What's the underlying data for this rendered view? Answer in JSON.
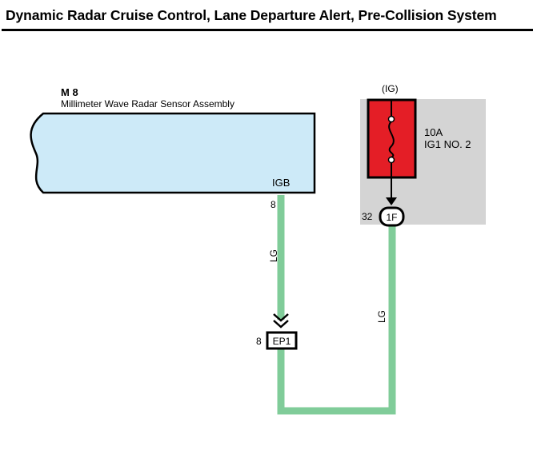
{
  "header": {
    "title": "Dynamic Radar Cruise Control, Lane Departure Alert, Pre-Collision System"
  },
  "component": {
    "id": "M 8",
    "name": "Millimeter Wave Radar Sensor Assembly",
    "terminal": "IGB",
    "pin": "8"
  },
  "power": {
    "ignition": "(IG)",
    "fuse_rating": "10A",
    "fuse_name": "IG1 NO. 2",
    "connector_pin": "32",
    "connector": "1F"
  },
  "wires": {
    "left_color": "LG",
    "right_color": "LG"
  },
  "splice": {
    "pin": "8",
    "connector": "EP1"
  },
  "colors": {
    "wire": "#80cc99",
    "component_fill": "#cdeaf8",
    "fuse_red": "#e41e26",
    "relay_box": "#d4d4d4"
  }
}
